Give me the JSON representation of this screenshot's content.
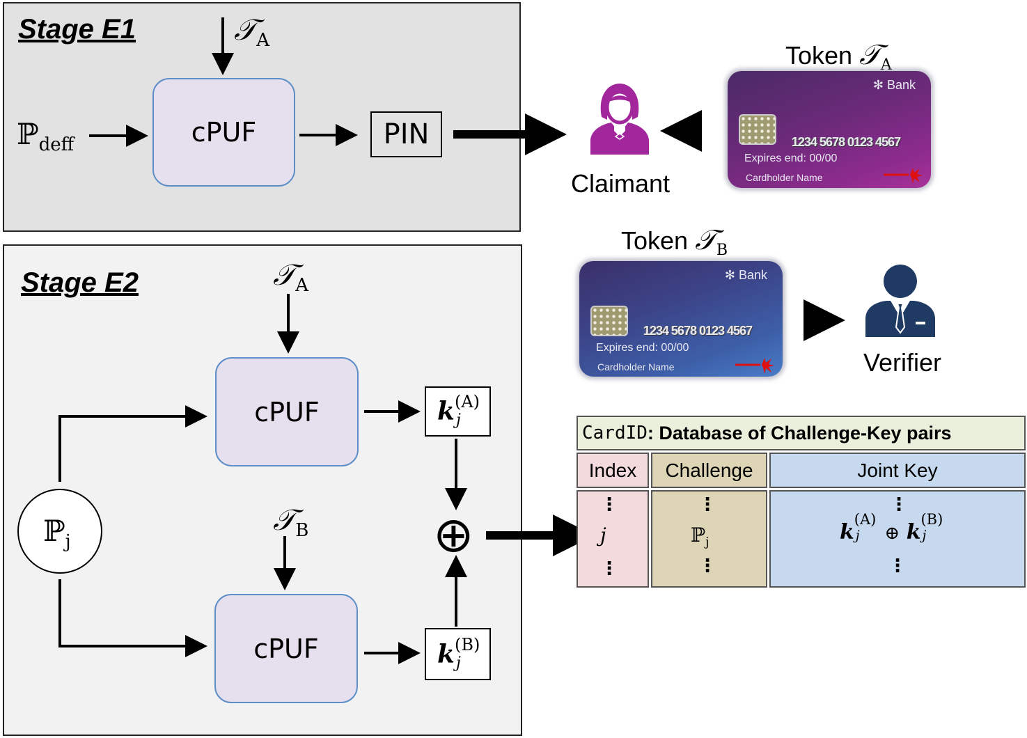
{
  "stage_e1": {
    "title": "Stage E1",
    "input_puf": "ℙ",
    "input_puf_sub": "deff",
    "token_in": "𝒯",
    "token_in_sub": "A",
    "cpuf_label": "cPUF",
    "output_label": "PIN"
  },
  "stage_e2": {
    "title": "Stage E2",
    "challenge": "ℙ",
    "challenge_sub": "j",
    "token_a": "𝒯",
    "token_a_sub": "A",
    "token_b": "𝒯",
    "token_b_sub": "B",
    "cpuf_top_label": "cPUF",
    "cpuf_bottom_label": "cPUF",
    "key_a": "k",
    "key_a_sub": "j",
    "key_a_sup": "(A)",
    "key_b": "k",
    "key_b_sub": "j",
    "key_b_sup": "(B)",
    "xor_symbol": "⊕"
  },
  "claimant": {
    "label": "Claimant",
    "icon": "person-female-icon",
    "color": "#a3279c"
  },
  "verifier": {
    "label": "Verifier",
    "icon": "person-suit-icon",
    "color": "#1f3b63"
  },
  "token_a_card": {
    "caption": "Token",
    "caption_symbol": "𝒯",
    "caption_sub": "A",
    "bank": "Bank",
    "number": "1234 5678 0123 4567",
    "expires": "Expires end: 00/00",
    "holder": "Cardholder Name"
  },
  "token_b_card": {
    "caption": "Token",
    "caption_symbol": "𝒯",
    "caption_sub": "B",
    "bank": "Bank",
    "number": "1234 5678 0123 4567",
    "expires": "Expires end: 00/00",
    "holder": "Cardholder Name"
  },
  "database": {
    "title_code": "CardID",
    "title_rest": ": Database of Challenge-Key pairs",
    "columns": [
      "Index",
      "Challenge",
      "Joint Key"
    ],
    "row_index": "j",
    "row_challenge": "ℙ",
    "row_challenge_sub": "j",
    "row_key_left": "k",
    "row_key_left_sub": "j",
    "row_key_left_sup": "(A)",
    "row_key_op": "⊕",
    "row_key_right": "k",
    "row_key_right_sub": "j",
    "row_key_right_sup": "(B)",
    "ellipsis": "⋮",
    "colors": {
      "title_bg": "#eaf0dc",
      "index_bg": "#f3dbdd",
      "challenge_bg": "#ddd5b6",
      "key_bg": "#c7d9ef"
    }
  }
}
